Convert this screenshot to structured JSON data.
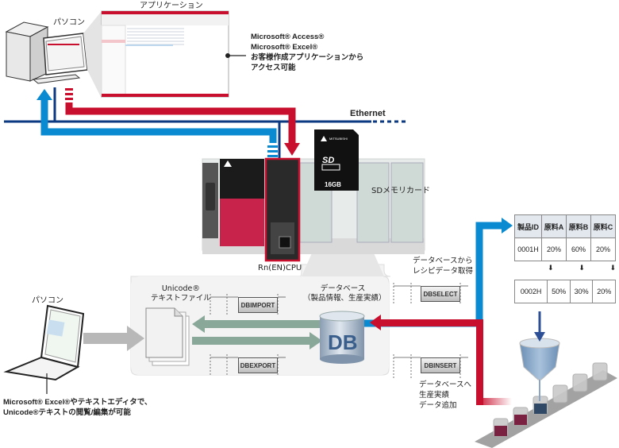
{
  "top_pc": {
    "label": "パソコン",
    "app_window_label": "アプリケーション",
    "app_lines": [
      "Microsoft® Access®",
      "Microsoft® Excel®",
      "お客様作成アプリケーションから",
      "アクセス可能"
    ]
  },
  "network": {
    "label": "Ethernet"
  },
  "plc": {
    "cpu_label": "Rn(EN)CPU",
    "sd_label": "SDメモリカード",
    "sd_capacity": "16GB",
    "brand": "MITSUBISHI ELECTRIC"
  },
  "db_panel": {
    "text_file_label": [
      "Unicode®",
      "テキストファイル"
    ],
    "db_label": [
      "データベース",
      "（製品情報、生産実績）"
    ],
    "db_icon_text": "DB",
    "fb_import": "DBIMPORT",
    "fb_export": "DBEXPORT"
  },
  "select": {
    "caption": [
      "データベースから",
      "レシピデータ取得"
    ],
    "fb": "DBSELECT"
  },
  "insert": {
    "fb": "DBINSERT",
    "caption": [
      "データベースへ",
      "生産実績",
      "データ追加"
    ]
  },
  "recipe_table": {
    "headers": [
      "製品ID",
      "原料A",
      "原料B",
      "原料C"
    ],
    "rows": [
      [
        "0001H",
        "20%",
        "60%",
        "20%"
      ],
      [
        "0002H",
        "50%",
        "30%",
        "20%"
      ]
    ],
    "arrow_glyph": "⬇"
  },
  "laptop": {
    "label": "パソコン",
    "caption": [
      "Microsoft® Excel®やテキストエディタで、",
      "Unicode®テキストの閲覧/編集が可能"
    ]
  },
  "colors": {
    "blue": "#0a8ad0",
    "red": "#c8102e",
    "navy": "#0b3a82",
    "green_arrow": "#8aa89a",
    "gray_arrow": "#b8b8b8"
  }
}
